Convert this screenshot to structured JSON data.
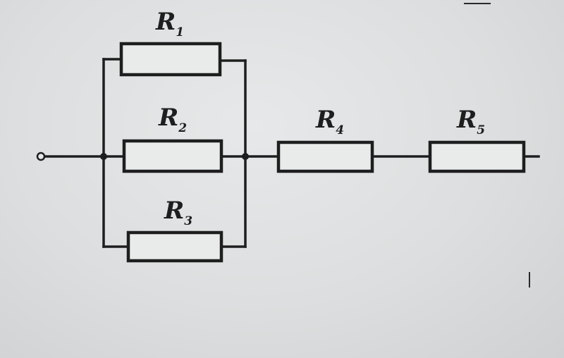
{
  "diagram": {
    "labels": [
      {
        "letter": "R",
        "sub": "1"
      },
      {
        "letter": "R",
        "sub": "2"
      },
      {
        "letter": "R",
        "sub": "3"
      },
      {
        "letter": "R",
        "sub": "4"
      },
      {
        "letter": "R",
        "sub": "5"
      }
    ]
  }
}
